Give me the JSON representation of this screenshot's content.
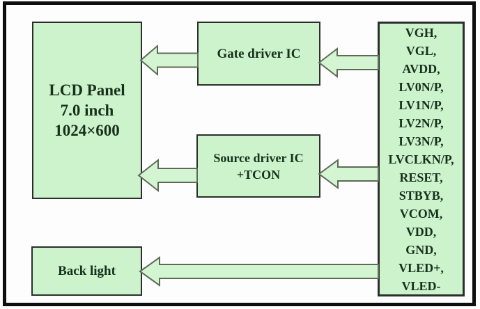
{
  "diagram": {
    "lcd_panel": {
      "lines": [
        "LCD Panel",
        "7.0 inch",
        "1024×600"
      ]
    },
    "gate_driver": {
      "label": "Gate driver IC"
    },
    "source_driver": {
      "lines": [
        "Source driver IC",
        "+TCON"
      ]
    },
    "back_light": {
      "label": "Back light"
    },
    "signals": {
      "lines": [
        "VGH,",
        "VGL,",
        "AVDD,",
        "LV0N/P,",
        "LV1N/P,",
        "LV2N/P,",
        "LV3N/P,",
        "LVCLKN/P,",
        "RESET,",
        "STBYB,",
        "VCOM,",
        "VDD,",
        "GND,",
        "VLED+,",
        "VLED-"
      ]
    }
  },
  "colors": {
    "box_fill": "#cdf3cd",
    "box_border": "#2b2f2b",
    "arrow_fill": "#d4f5d2",
    "arrow_outline": "#5c6b55",
    "text": "#16301a",
    "frame": "#0e0e0e",
    "background": "#fdfdfd"
  }
}
